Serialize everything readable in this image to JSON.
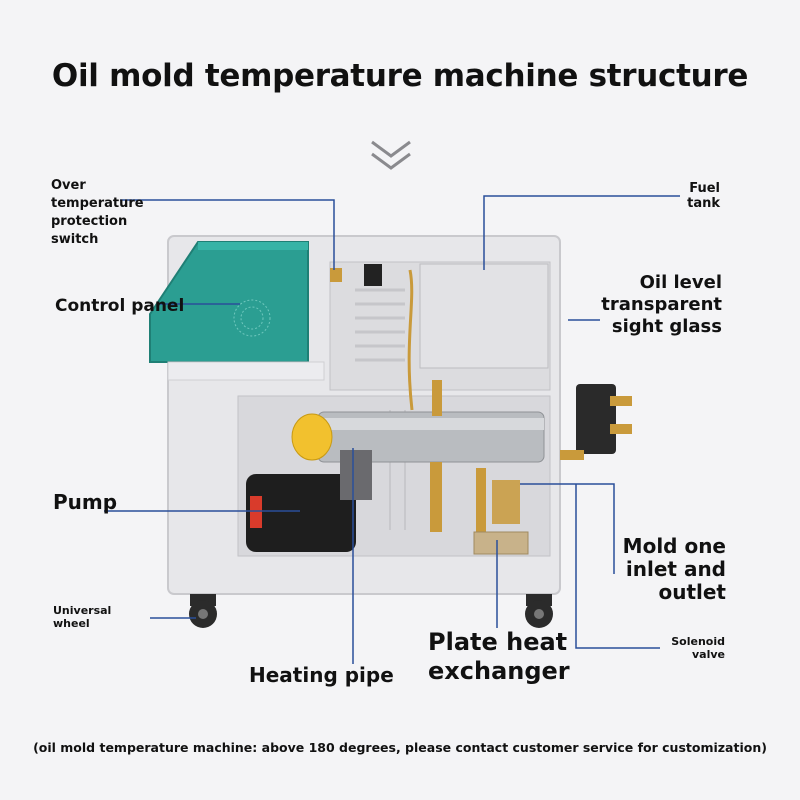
{
  "title": "Oil mold temperature machine structure",
  "colors": {
    "leader_line": "#2a4f9a",
    "panel_teal": "#2b9e92",
    "frame": "#e7e7ea",
    "pipe": "#b9bcc0",
    "cap": "#f2c12e",
    "pump": "#1e1e1e",
    "brass": "#c99a3b"
  },
  "labels": {
    "over_temp": [
      "Over",
      "temperature",
      "protection",
      "switch"
    ],
    "control_panel": "Control panel",
    "pump": "Pump",
    "universal_wheel": [
      "Universal",
      "wheel"
    ],
    "heating_pipe": "Heating pipe",
    "plate_heat_exchanger": [
      "Plate heat",
      "exchanger"
    ],
    "fuel_tank": [
      "Fuel",
      "tank"
    ],
    "oil_level": [
      "Oil level",
      "transparent",
      "sight glass"
    ],
    "mold_inlet_outlet": [
      "Mold one",
      "inlet and",
      "outlet"
    ],
    "solenoid_valve": [
      "Solenoid",
      "valve"
    ]
  },
  "footnote": "(oil mold temperature machine: above 180 degrees, please contact customer service for customization)"
}
